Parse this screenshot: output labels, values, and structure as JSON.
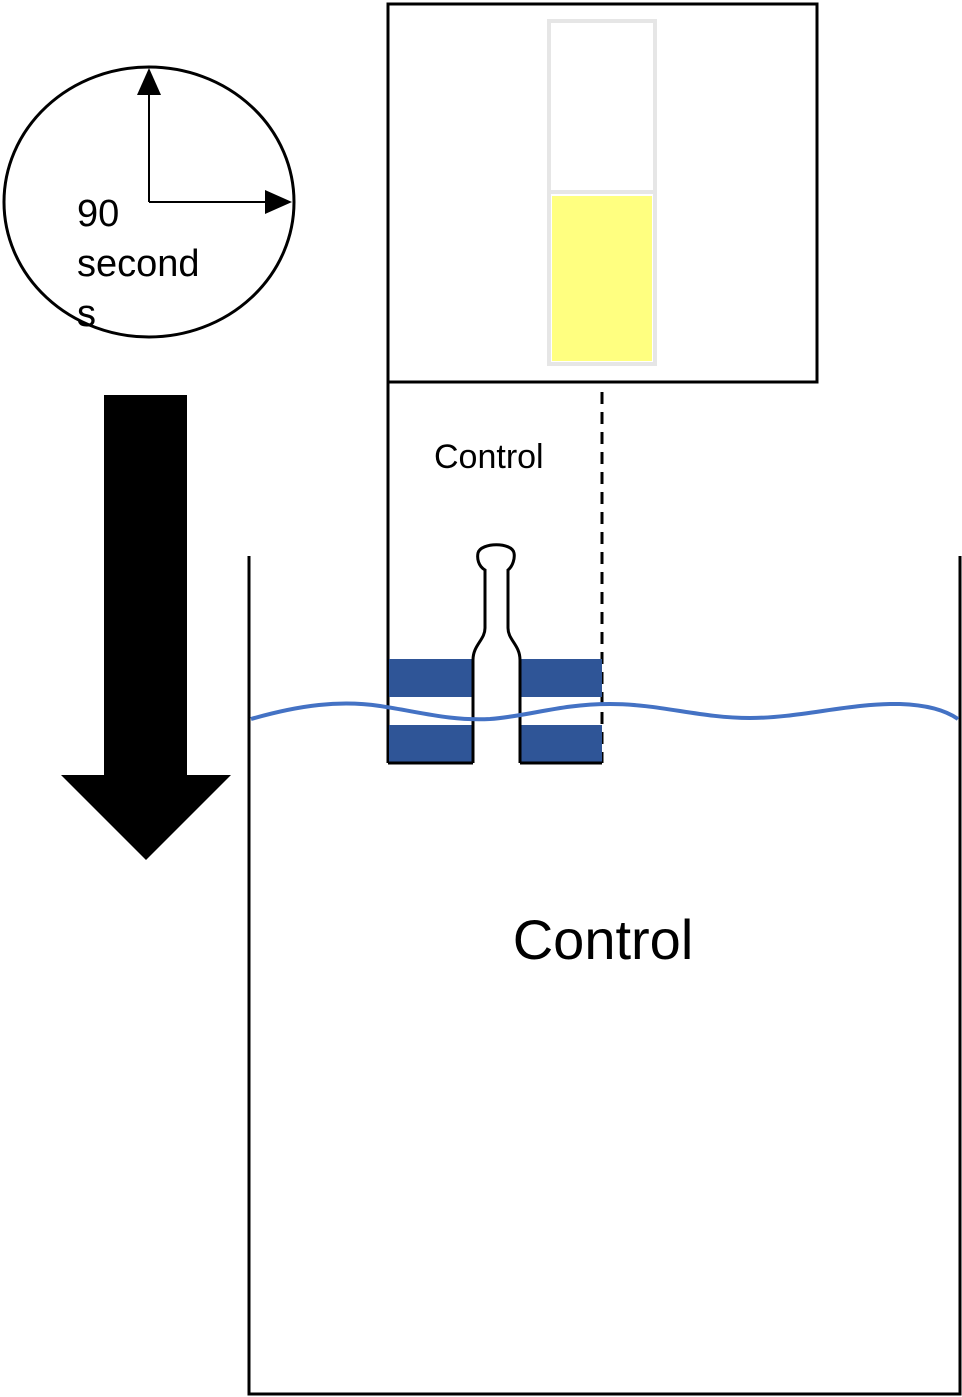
{
  "timer": {
    "line1": "90",
    "line2": "second",
    "line3": "s"
  },
  "strip_label": "Control",
  "container_label": "Control",
  "colors": {
    "stroke": "#000000",
    "water_line": "#4472C4",
    "sample_band": "#2F5597",
    "indicator_fill": "#FFFF80",
    "indicator_frame": "#E6E6E6"
  }
}
